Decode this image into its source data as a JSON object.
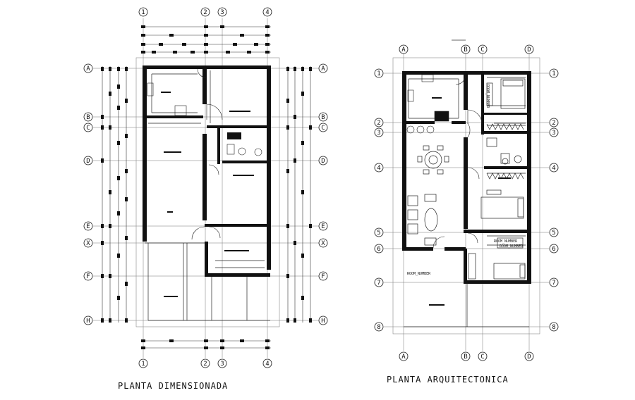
{
  "left_plan": {
    "title": "PLANTA DIMENSIONADA",
    "column_axes": [
      "1",
      "2",
      "3",
      "4"
    ],
    "row_axes": [
      "A",
      "B",
      "C",
      "D",
      "E",
      "X",
      "F",
      "H"
    ]
  },
  "right_plan": {
    "title": "PLANTA ARQUITECTONICA",
    "column_axes": [
      "A",
      "B",
      "C",
      "D"
    ],
    "row_axes": [
      "1",
      "2",
      "3",
      "4",
      "5",
      "6",
      "7",
      "8"
    ],
    "room_tags": [
      "ROOM_NUMBER",
      "ROOM_NUMBER",
      "ROOM_NUMBER",
      "ROOM_NUMBER"
    ]
  }
}
